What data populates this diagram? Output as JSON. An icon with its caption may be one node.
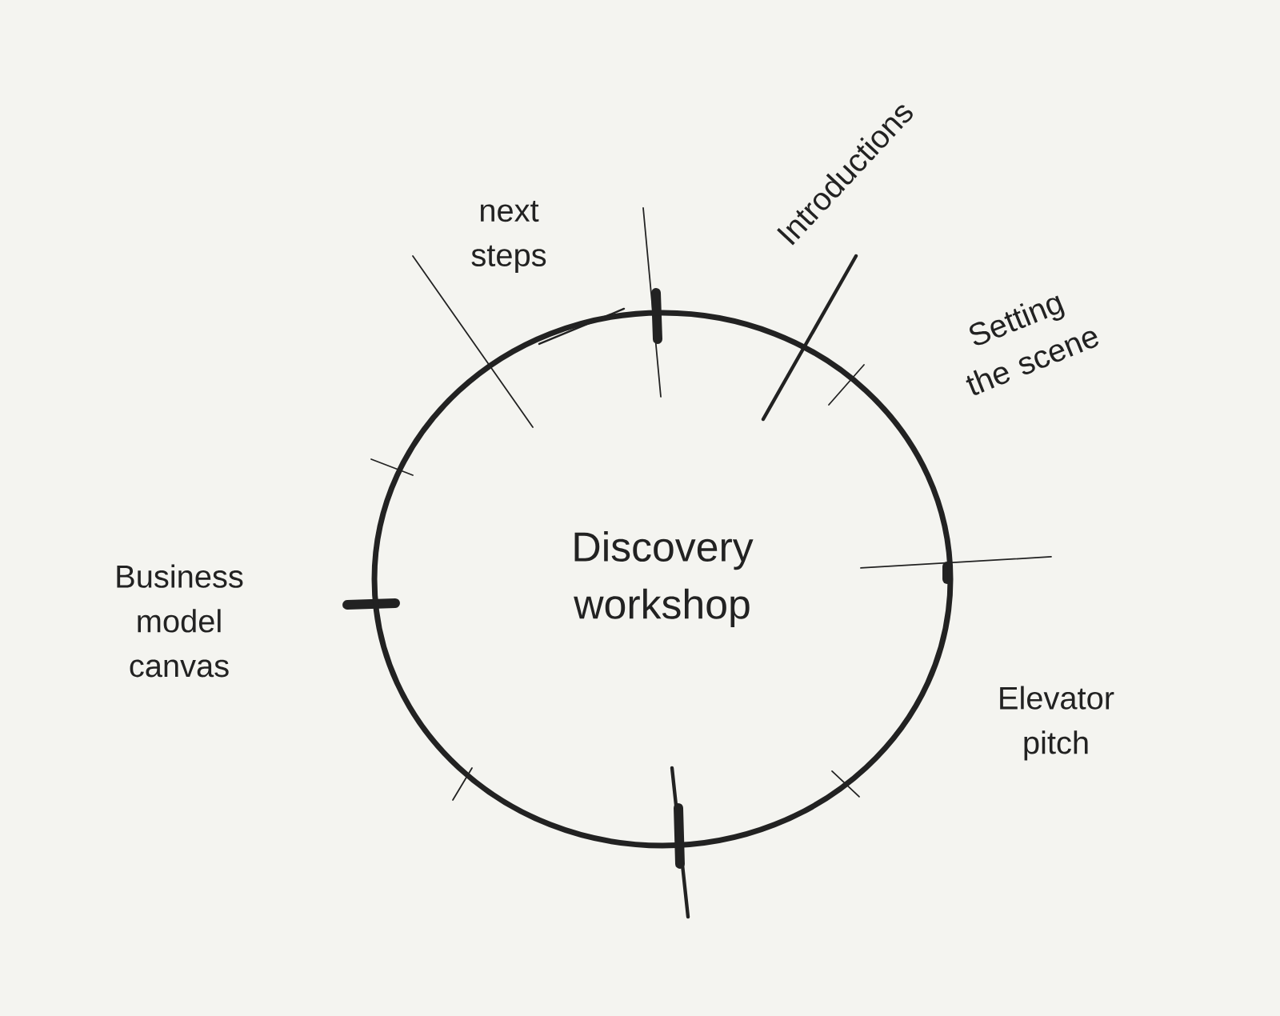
{
  "diagram": {
    "nodes": [
      {
        "text": [
          "Discovery workshop"
        ]
      }
    ],
    "labels": [
      "next steps",
      "Introductions",
      "Setting the scene",
      "Business model canvas",
      "Elevator pitch"
    ]
  }
}
